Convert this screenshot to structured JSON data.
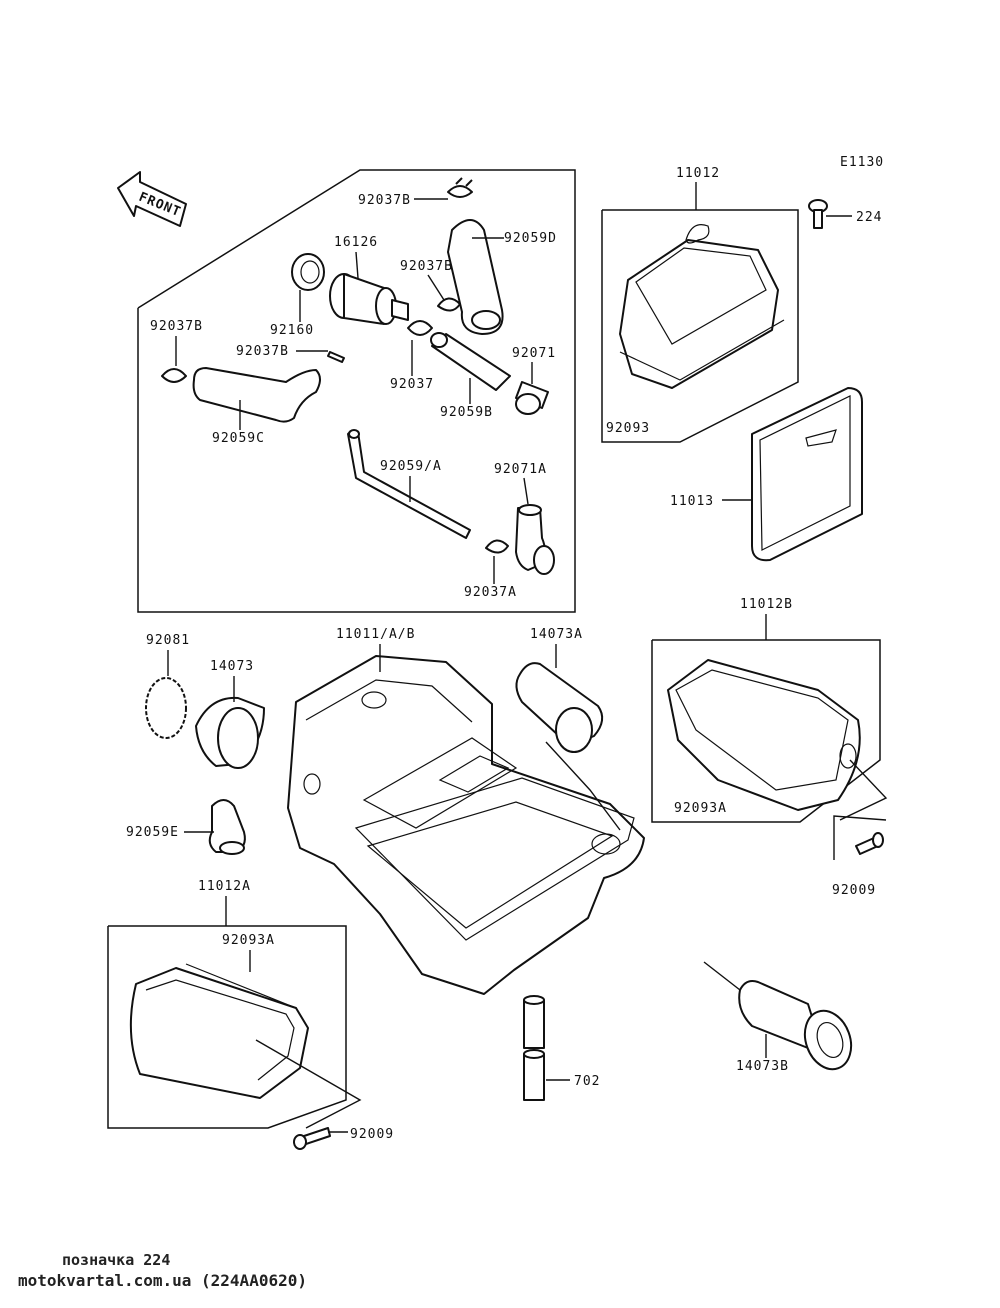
{
  "diagram": {
    "code": "E1130",
    "front_label": "FRONT",
    "labels": {
      "p92037B_top": "92037B",
      "p92059D": "92059D",
      "p16126": "16126",
      "p92037B_mid": "92037B",
      "p92160": "92160",
      "p92037B_left": "92037B",
      "p92037B_small": "92037B",
      "p92071": "92071",
      "p92037": "92037",
      "p92059B": "92059B",
      "p92059C": "92059C",
      "p92059A": "92059/A",
      "p92071A": "92071A",
      "p92037A": "92037A",
      "p11012": "11012",
      "p224": "224",
      "p92093": "92093",
      "p11013": "11013",
      "p92081": "92081",
      "p14073": "14073",
      "p11011AB": "11011/A/B",
      "p14073A": "14073A",
      "p11012B": "11012B",
      "p92093A_right": "92093A",
      "p92009_right": "92009",
      "p92059E": "92059E",
      "p11012A": "11012A",
      "p92093A_left": "92093A",
      "p14073B": "14073B",
      "p702": "702",
      "p92009_bottom": "92009"
    }
  },
  "footer": {
    "line1": "позначка 224",
    "line2": "motokvartal.com.ua (224AA0620)"
  }
}
